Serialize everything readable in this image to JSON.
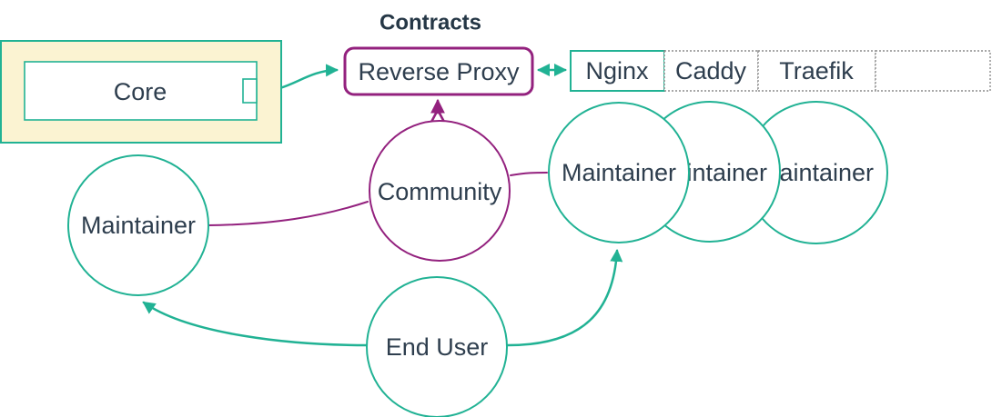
{
  "diagram": {
    "title": "Contracts",
    "core_group": {
      "core_label": "Core"
    },
    "reverse_proxy_label": "Reverse Proxy",
    "proxy_options": [
      {
        "label": "Nginx"
      },
      {
        "label": "Caddy"
      },
      {
        "label": "Traefik"
      },
      {
        "label": ""
      }
    ],
    "actors": {
      "community_label": "Community",
      "maintainer_left_label": "Maintainer",
      "maintainers_right": [
        {
          "label": "Maintainer"
        },
        {
          "label": "Maintainer"
        },
        {
          "label": "Maintainer"
        }
      ],
      "end_user_label": "End User"
    },
    "colors": {
      "teal": "#21B294",
      "purple": "#93217E",
      "yellow": "#FBF3D2",
      "dashed_gray": "#8C8C8C",
      "text": "#2E3E4E"
    }
  }
}
